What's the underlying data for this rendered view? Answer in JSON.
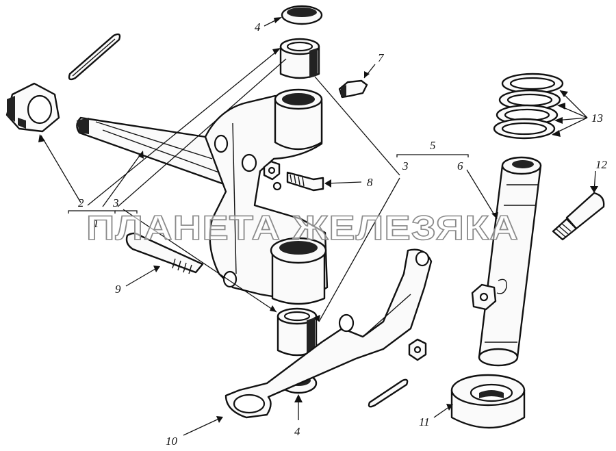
{
  "watermark": "ПЛАНЕТА ЖЕЛЕЗЯКА",
  "callouts": {
    "n1": "1",
    "n2": "2",
    "n3_left": "3",
    "n3_right": "3",
    "n4_top": "4",
    "n4_bottom": "4",
    "n5": "5",
    "n6": "6",
    "n7": "7",
    "n8": "8",
    "n9": "9",
    "n10": "10",
    "n11": "11",
    "n12": "12",
    "n13": "13"
  },
  "colors": {
    "ink": "#111111",
    "paper": "#ffffff",
    "watermark_outline": "#8a8a8a"
  }
}
